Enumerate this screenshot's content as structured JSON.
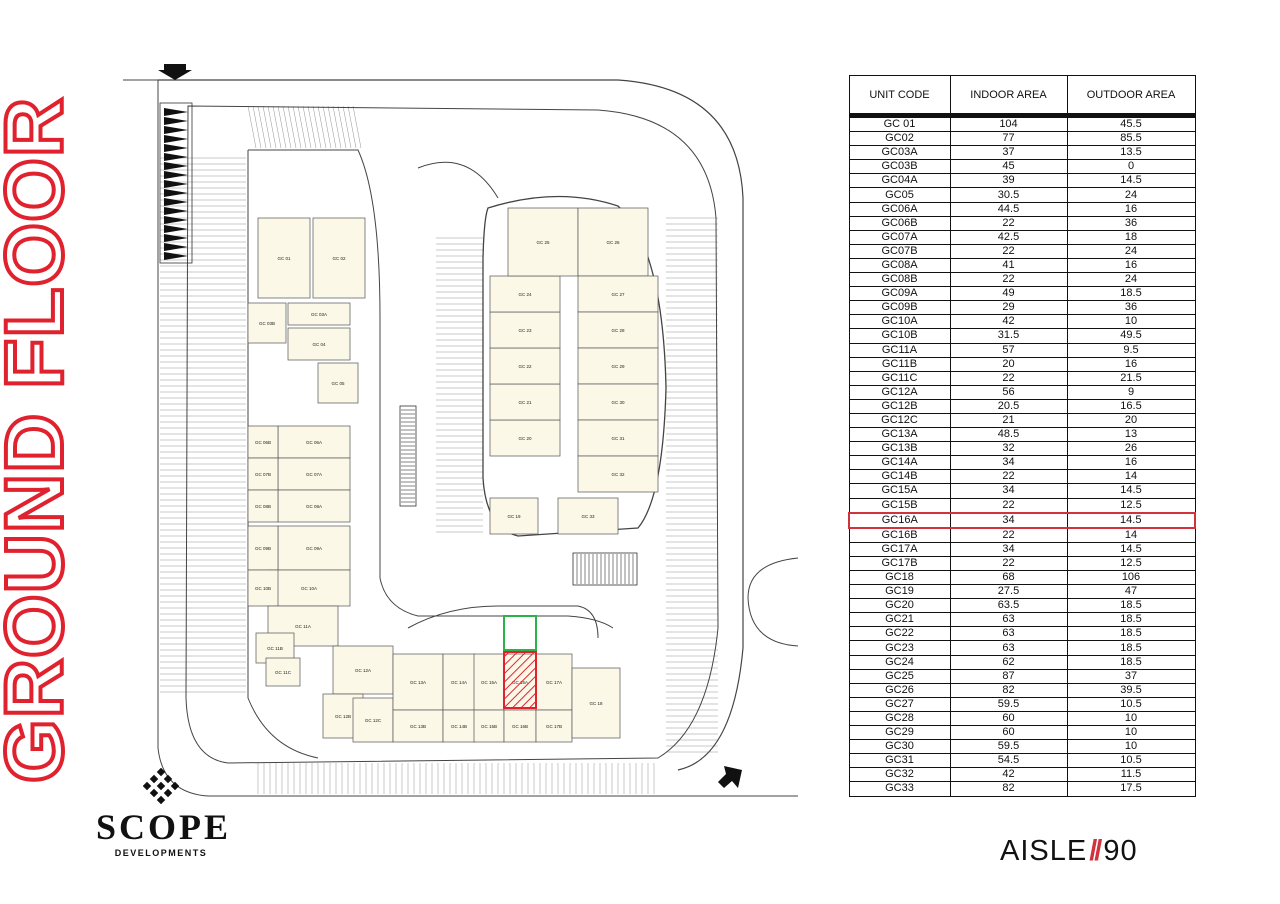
{
  "page_title": "GROUND FLOOR",
  "table": {
    "headers": [
      "UNIT CODE",
      "INDOOR AREA",
      "OUTDOOR AREA"
    ],
    "highlight_unit": "GC16A",
    "rows": [
      [
        "GC 01",
        "104",
        "45.5"
      ],
      [
        "GC02",
        "77",
        "85.5"
      ],
      [
        "GC03A",
        "37",
        "13.5"
      ],
      [
        "GC03B",
        "45",
        "0"
      ],
      [
        "GC04A",
        "39",
        "14.5"
      ],
      [
        "GC05",
        "30.5",
        "24"
      ],
      [
        "GC06A",
        "44.5",
        "16"
      ],
      [
        "GC06B",
        "22",
        "36"
      ],
      [
        "GC07A",
        "42.5",
        "18"
      ],
      [
        "GC07B",
        "22",
        "24"
      ],
      [
        "GC08A",
        "41",
        "16"
      ],
      [
        "GC08B",
        "22",
        "24"
      ],
      [
        "GC09A",
        "49",
        "18.5"
      ],
      [
        "GC09B",
        "29",
        "36"
      ],
      [
        "GC10A",
        "42",
        "10"
      ],
      [
        "GC10B",
        "31.5",
        "49.5"
      ],
      [
        "GC11A",
        "57",
        "9.5"
      ],
      [
        "GC11B",
        "20",
        "16"
      ],
      [
        "GC11C",
        "22",
        "21.5"
      ],
      [
        "GC12A",
        "56",
        "9"
      ],
      [
        "GC12B",
        "20.5",
        "16.5"
      ],
      [
        "GC12C",
        "21",
        "20"
      ],
      [
        "GC13A",
        "48.5",
        "13"
      ],
      [
        "GC13B",
        "32",
        "26"
      ],
      [
        "GC14A",
        "34",
        "16"
      ],
      [
        "GC14B",
        "22",
        "14"
      ],
      [
        "GC15A",
        "34",
        "14.5"
      ],
      [
        "GC15B",
        "22",
        "12.5"
      ],
      [
        "GC16A",
        "34",
        "14.5"
      ],
      [
        "GC16B",
        "22",
        "14"
      ],
      [
        "GC17A",
        "34",
        "14.5"
      ],
      [
        "GC17B",
        "22",
        "12.5"
      ],
      [
        "GC18",
        "68",
        "106"
      ],
      [
        "GC19",
        "27.5",
        "47"
      ],
      [
        "GC20",
        "63.5",
        "18.5"
      ],
      [
        "GC21",
        "63",
        "18.5"
      ],
      [
        "GC22",
        "63",
        "18.5"
      ],
      [
        "GC23",
        "63",
        "18.5"
      ],
      [
        "GC24",
        "62",
        "18.5"
      ],
      [
        "GC25",
        "87",
        "37"
      ],
      [
        "GC26",
        "82",
        "39.5"
      ],
      [
        "GC27",
        "59.5",
        "10.5"
      ],
      [
        "GC28",
        "60",
        "10"
      ],
      [
        "GC29",
        "60",
        "10"
      ],
      [
        "GC30",
        "59.5",
        "10"
      ],
      [
        "GC31",
        "54.5",
        "10.5"
      ],
      [
        "GC32",
        "42",
        "11.5"
      ],
      [
        "GC33",
        "82",
        "17.5"
      ]
    ]
  },
  "plan": {
    "units": [
      {
        "label": "GC 01"
      },
      {
        "label": "GC 02"
      },
      {
        "label": "GC 03A"
      },
      {
        "label": "GC 03B"
      },
      {
        "label": "GC 04"
      },
      {
        "label": "GC 05"
      },
      {
        "label": "GC 06A"
      },
      {
        "label": "GC 06B"
      },
      {
        "label": "GC 07A"
      },
      {
        "label": "GC 07B"
      },
      {
        "label": "GC 08A"
      },
      {
        "label": "GC 08B"
      },
      {
        "label": "GC 09A"
      },
      {
        "label": "GC 09B"
      },
      {
        "label": "GC 10A"
      },
      {
        "label": "GC 10B"
      },
      {
        "label": "GC 11A"
      },
      {
        "label": "GC 11B"
      },
      {
        "label": "GC 11C"
      },
      {
        "label": "GC 12A"
      },
      {
        "label": "GC 12B"
      },
      {
        "label": "GC 12C"
      },
      {
        "label": "GC 13A"
      },
      {
        "label": "GC 13B"
      },
      {
        "label": "GC 14A"
      },
      {
        "label": "GC 14B"
      },
      {
        "label": "GC 15A"
      },
      {
        "label": "GC 15B"
      },
      {
        "label": "GC 16A"
      },
      {
        "label": "GC 16B"
      },
      {
        "label": "GC 17A"
      },
      {
        "label": "GC 17B"
      },
      {
        "label": "GC 18"
      },
      {
        "label": "GC 19"
      },
      {
        "label": "GC 20"
      },
      {
        "label": "GC 21"
      },
      {
        "label": "GC 22"
      },
      {
        "label": "GC 23"
      },
      {
        "label": "GC 24"
      },
      {
        "label": "GC 25"
      },
      {
        "label": "GC 26"
      },
      {
        "label": "GC 27"
      },
      {
        "label": "GC 28"
      },
      {
        "label": "GC 29"
      },
      {
        "label": "GC 30"
      },
      {
        "label": "GC 31"
      },
      {
        "label": "GC 32"
      },
      {
        "label": "GC 33"
      }
    ],
    "highlight_indoor_color": "#e0212e",
    "highlight_outdoor_color": "#2bb34a",
    "unit_fill": "#fbf8e8"
  },
  "logos": {
    "scope_name": "SCOPE",
    "scope_sub": "DEVELOPMENTS",
    "aisle_word": "AISLE",
    "aisle_slashes": "//",
    "aisle_number": "90"
  },
  "colors": {
    "accent_red": "#e0212e",
    "ink": "#111111",
    "highlight_row": "#d1323c"
  }
}
